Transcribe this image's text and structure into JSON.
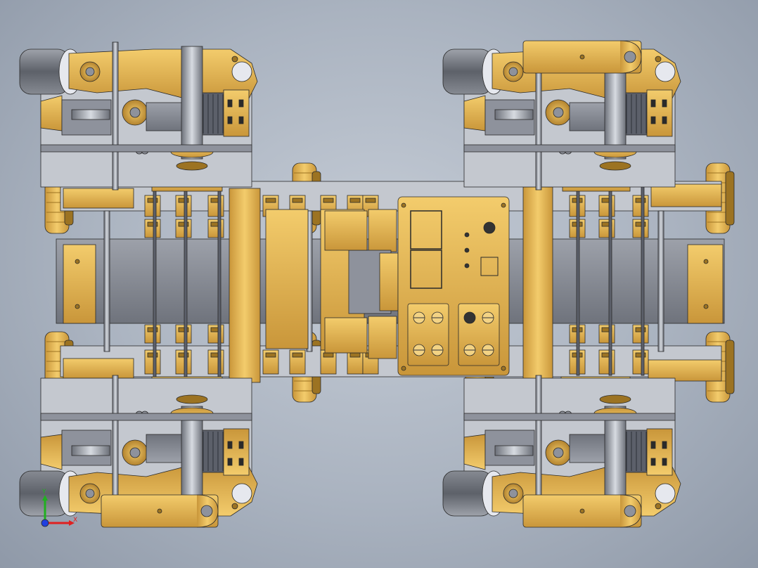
{
  "scene": {
    "subject": "chassis-assembly",
    "view": "top",
    "colors": {
      "background": "#a9b2bf",
      "gold": "#d9a94a",
      "gold_light": "#f0c766",
      "gold_dark": "#9c7322",
      "steel": "#8e929c",
      "steel_light": "#c4c8cf",
      "steel_dark": "#5c606a",
      "motor": "#7d8088",
      "outline": "#2a2a2a"
    }
  },
  "triad": {
    "x_label": "X",
    "y_label": "Y",
    "x_color": "#e02020",
    "y_color": "#20b020",
    "z_color": "#2040e0"
  }
}
